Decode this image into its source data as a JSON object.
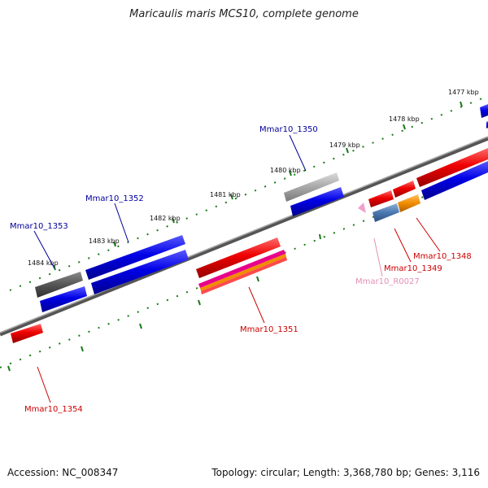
{
  "title": "Maricaulis maris MCS10, complete genome",
  "footer": {
    "accession": "Accession: NC_008347",
    "summary": "Topology: circular; Length: 3,368,780 bp; Genes: 3,116"
  },
  "kbp_ticks": [
    "1477 kbp",
    "1478 kbp",
    "1479 kbp",
    "1480 kbp",
    "1481 kbp",
    "1482 kbp",
    "1483 kbp",
    "1484 kbp"
  ],
  "gene_labels": {
    "mmar10_1350": "Mmar10_1350",
    "mmar10_1352": "Mmar10_1352",
    "mmar10_1353": "Mmar10_1353",
    "mmar10_1348": "Mmar10_1348",
    "mmar10_1349": "Mmar10_1349",
    "mmar10_r0027": "Mmar10_R0027",
    "mmar10_1351": "Mmar10_1351",
    "mmar10_1354": "Mmar10_1354"
  },
  "colors": {
    "forward_strand": "#0000e0",
    "reverse_strand": "#e00000",
    "label_blue": "#000099",
    "label_red": "#cc0000",
    "label_pink": "#e58fb5",
    "tick_green": "#1a7a1a",
    "backbone": "#808080"
  }
}
